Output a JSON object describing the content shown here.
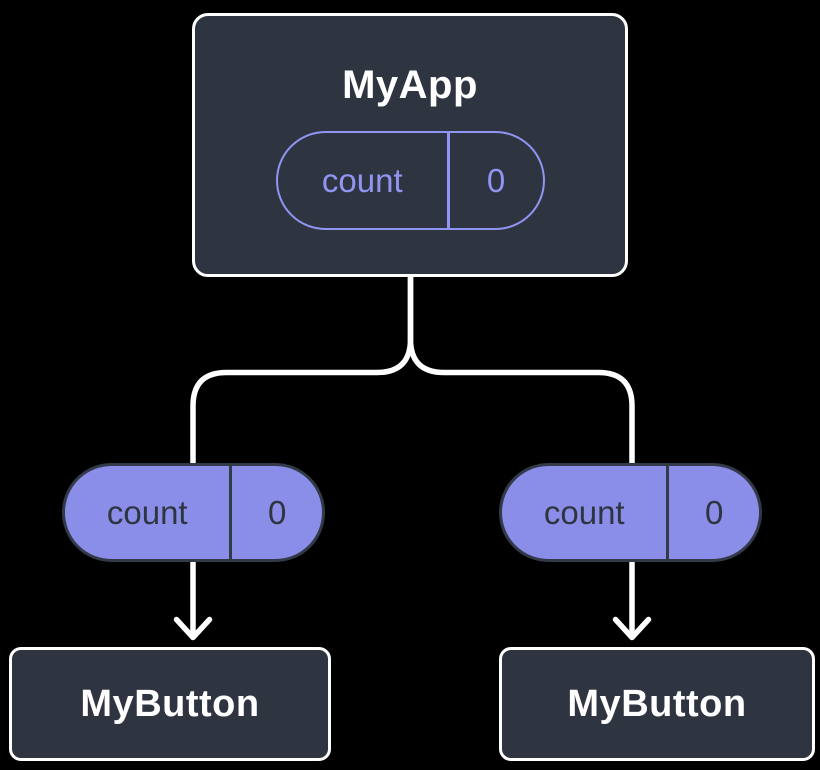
{
  "canvas": {
    "background": "#000000"
  },
  "colors": {
    "node_fill": "#2F3540",
    "node_border": "#FFFFFF",
    "node_text": "#FFFFFF",
    "state_pill_outline": "#9094F2",
    "state_pill_text": "#9094F2",
    "prop_pill_fill": "#8B8EE9",
    "prop_pill_border": "#323948",
    "prop_pill_text": "#2E3540",
    "connector_line": "#FFFFFF"
  },
  "root_node": {
    "title": "MyApp",
    "state_pill": {
      "name": "count",
      "value": "0"
    }
  },
  "children": [
    {
      "title": "MyButton",
      "prop_pill": {
        "name": "count",
        "value": "0"
      }
    },
    {
      "title": "MyButton",
      "prop_pill": {
        "name": "count",
        "value": "0"
      }
    }
  ]
}
